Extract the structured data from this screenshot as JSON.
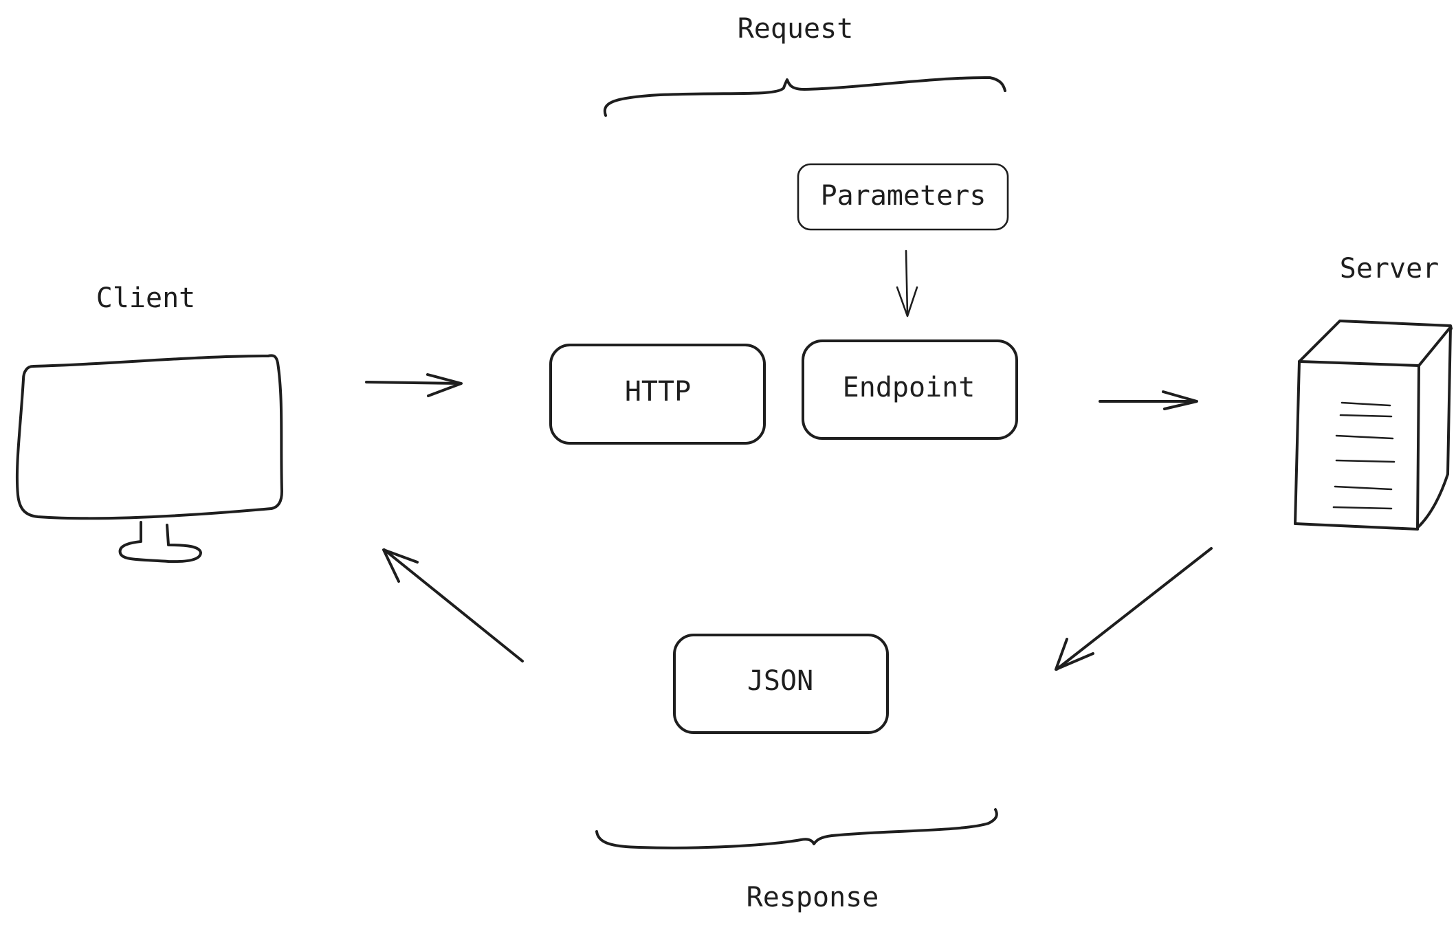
{
  "labels": {
    "request": "Request",
    "response": "Response",
    "client": "Client",
    "server": "Server"
  },
  "boxes": {
    "parameters": "Parameters",
    "http": "HTTP",
    "endpoint": "Endpoint",
    "json": "JSON"
  },
  "icons": [
    "monitor-icon",
    "server-icon"
  ],
  "colors": {
    "stroke": "#1e1e1e",
    "background": "#ffffff"
  }
}
